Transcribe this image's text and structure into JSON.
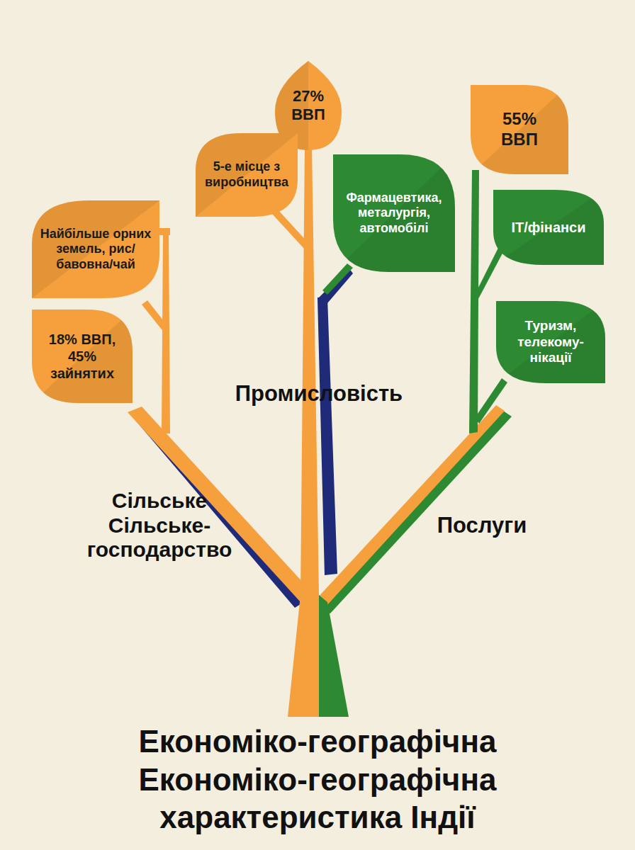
{
  "diagram": {
    "title": "Економіко-географічна Економіко-географічна характеристика Індії",
    "nodes": [
      {
        "text": [
          "Найбільше орних земель, рис/бавовна/чай"
        ]
      },
      {
        "text": [
          "18% ВВП, 45% зайнятих"
        ]
      },
      {
        "text": [
          "27% ВВП"
        ]
      },
      {
        "text": [
          "5-е місце з виробництва"
        ]
      },
      {
        "text": [
          "Фармацевтика, металургія, автомобілі"
        ]
      },
      {
        "text": [
          "55% ВВП"
        ]
      },
      {
        "text": [
          "IT/фінанси"
        ]
      },
      {
        "text": [
          "Туризм, телекому- нікації"
        ]
      }
    ],
    "labels": [
      "Сільське Сільське- господарство",
      "Промисловість",
      "Послуги"
    ]
  }
}
